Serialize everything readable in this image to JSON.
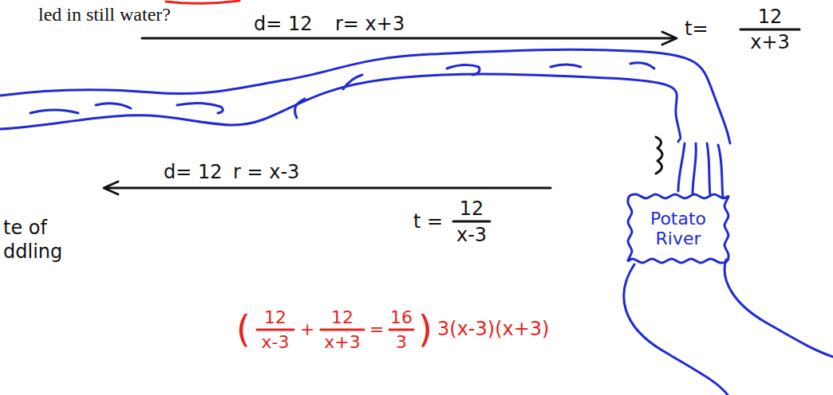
{
  "diagram": {
    "nodes": [
      {
        "text": [
          "Potato River"
        ]
      }
    ],
    "labels": [
      "led in still water?",
      "d= 12",
      "r= x+3",
      "t=",
      "12",
      "x+3",
      "d= 12",
      "r = x-3",
      "t =",
      "12",
      "x-3",
      "te of",
      "ddling",
      "(",
      "12",
      "x-3",
      "+",
      "12",
      "x+3",
      "=",
      "16",
      "3",
      ")",
      "3(x-3)(x+3)"
    ]
  }
}
